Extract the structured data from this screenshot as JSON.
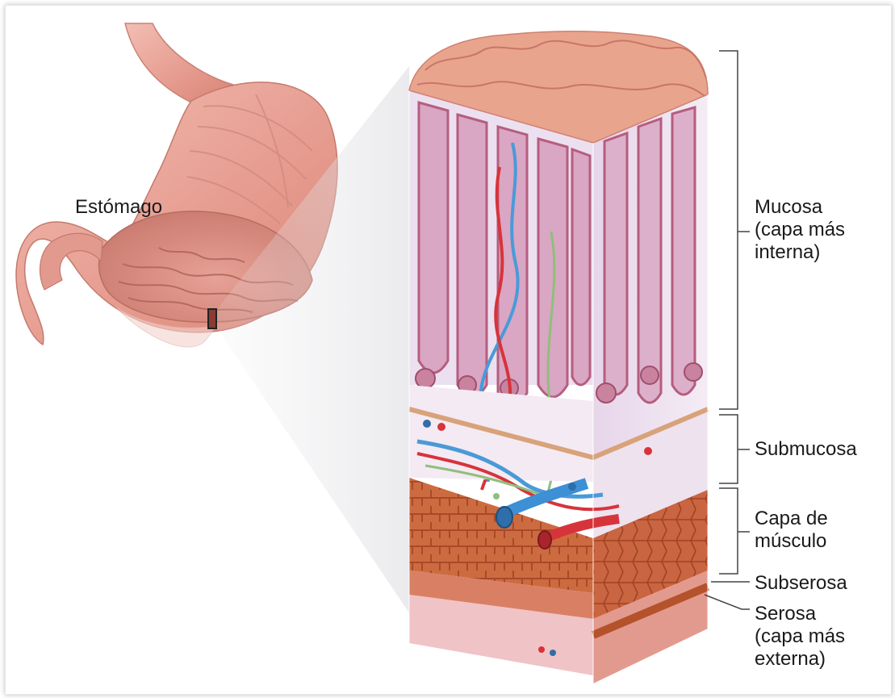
{
  "labels": {
    "stomach": "Estómago",
    "mucosa": [
      "Mucosa",
      "(capa más",
      "interna)"
    ],
    "submucosa": "Submucosa",
    "muscle": [
      "Capa de",
      "músculo"
    ],
    "subserosa": "Subserosa",
    "serosa": [
      "Serosa",
      "(capa más",
      "externa)"
    ]
  },
  "colors": {
    "stomach_outer": "#e9a79d",
    "stomach_inner": "#d98c82",
    "mucosa_background": "#efe2f2",
    "villus": "#cf97b8",
    "villus_rim": "#c46a86",
    "submucosa": "#f2e6f0",
    "muscle": "#cc6a3e",
    "muscle_dark": "#b4522b",
    "serosa": "#f2c8c8",
    "vein": "#3d8fd6",
    "artery": "#d7333b",
    "bracket": "#444444"
  }
}
